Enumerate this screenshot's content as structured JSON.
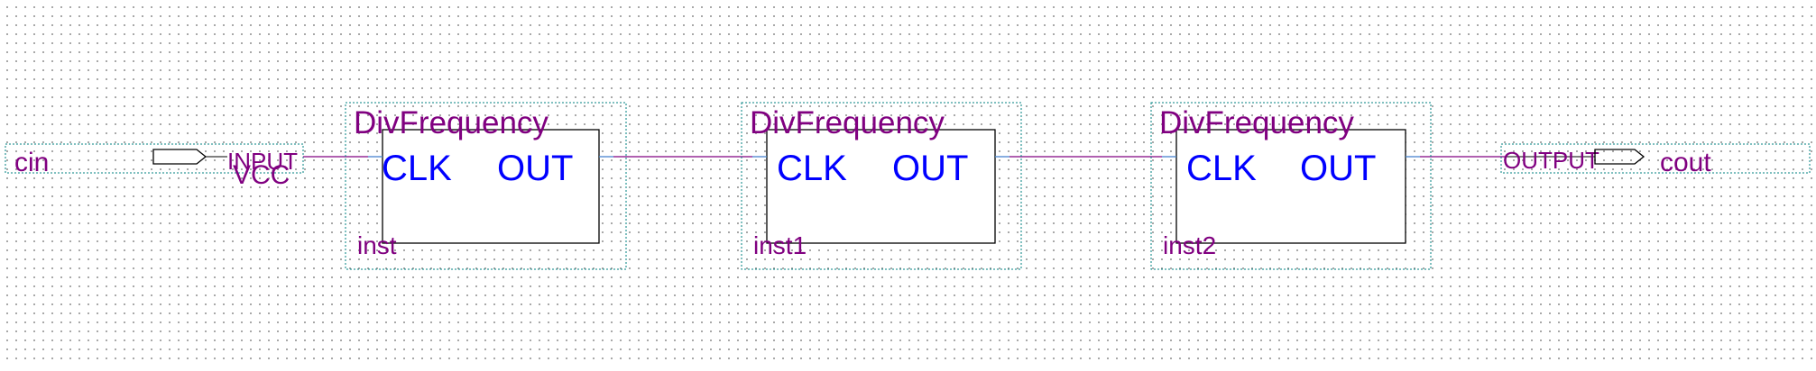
{
  "colors": {
    "wire": "#800080",
    "pin_text": "#0000ff",
    "label_text": "#800080",
    "box_outline": "#000000",
    "dotted_outline": "#008080",
    "grid_dot": "#9a9a9a"
  },
  "input_pin": {
    "name": "cin",
    "type_label": "INPUT",
    "default_label": "VCC"
  },
  "output_pin": {
    "name": "cout",
    "type_label": "OUTPUT"
  },
  "blocks": [
    {
      "type": "DivFrequency",
      "instance": "inst",
      "in_port": "CLK",
      "out_port": "OUT"
    },
    {
      "type": "DivFrequency",
      "instance": "inst1",
      "in_port": "CLK",
      "out_port": "OUT"
    },
    {
      "type": "DivFrequency",
      "instance": "inst2",
      "in_port": "CLK",
      "out_port": "OUT"
    }
  ]
}
